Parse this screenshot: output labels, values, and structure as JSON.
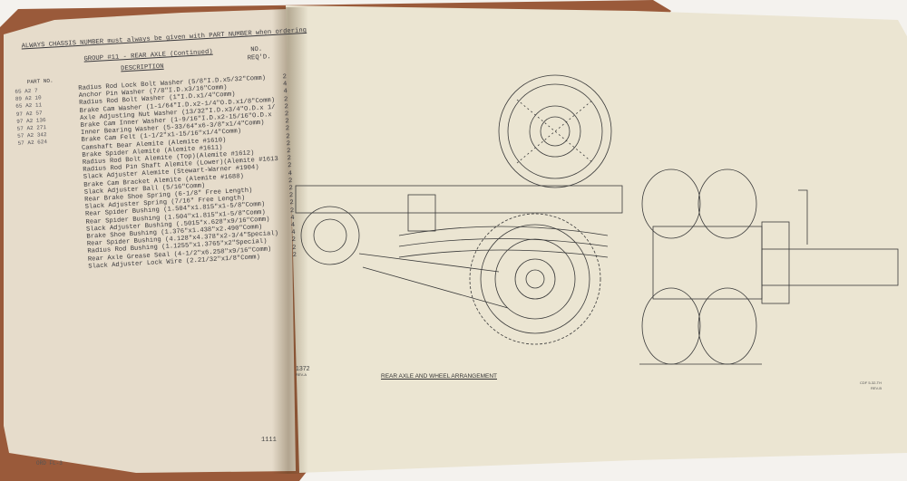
{
  "left_page": {
    "order_note": "ALWAYS CHASSIS NUMBER must always be given with PART NUMBER when ordering",
    "group_title": "GROUP #11 - REAR AXLE (Continued)",
    "headers": {
      "part_no": "PART NO.",
      "description": "DESCRIPTION",
      "no": "NO.",
      "reqd": "REQ'D."
    },
    "rows": [
      {
        "part": "65 A2 7",
        "description": "Radius Rod Lock Bolt Washer (5/8\"I.D.x5/32\"Comm)",
        "qty": "2"
      },
      {
        "part": "89 A2 10",
        "description": "Anchor Pin Washer (7/8\"I.D.x3/16\"Comm)",
        "qty": "4"
      },
      {
        "part": "65 A2 11",
        "description": "Radius Rod Bolt Washer (1\"I.D.x1/4\"Comm)",
        "qty": "4"
      },
      {
        "part": "97 A2 57",
        "description": "Brake Cam Washer (1-1/64\"I.D.x2-1/4\"O.D.x1/8\"Comm)",
        "qty": "2"
      },
      {
        "part": "97 A2 136",
        "description": "Axle Adjusting Nut Washer (13/32\"I.D.x3/4\"O.D.x 1/8\"Comm)",
        "qty": "2"
      },
      {
        "part": "57 A2 271",
        "description": "Brake Cam Inner Washer (1-9/16\"I.D.x2-15/16\"O.D.x 1/8\"Comm)",
        "qty": "2"
      },
      {
        "part": "57 A2 342",
        "description": "Inner Bearing Washer (5-33/64\"x6-3/8\"x1/4\"Comm)",
        "qty": "2"
      },
      {
        "part": "57 A2 624",
        "description": "Brake Cam Felt (1-1/2\"x1-15/16\"x1/4\"Comm)",
        "qty": "2"
      },
      {
        "part": "",
        "description": "Camshaft Bear Alemite (Alemite #1610)",
        "qty": "2"
      },
      {
        "part": "",
        "description": "Brake Spider Alemite (Alemite #1611)",
        "qty": "2"
      },
      {
        "part": "",
        "description": "Radius Rod Bolt Alemite (Top)(Alemite #1612)",
        "qty": "2"
      },
      {
        "part": "",
        "description": "Radius Rod Pin Shaft Alemite (Lower)(Alemite #1613)",
        "qty": "2"
      },
      {
        "part": "",
        "description": "Slack Adjuster Alemite (Stewart-Warner #1904)",
        "qty": "2"
      },
      {
        "part": "",
        "description": "Brake Cam Bracket Alemite (Alemite #1688)",
        "qty": "4"
      },
      {
        "part": "",
        "description": "Slack Adjuster Ball (5/16\"Comm)",
        "qty": "2"
      },
      {
        "part": "",
        "description": "Rear Brake Shoe Spring (6-1/8\" Free Length)",
        "qty": "2"
      },
      {
        "part": "",
        "description": "Slack Adjuster Spring (7/16\" Free Length)",
        "qty": "2"
      },
      {
        "part": "",
        "description": "Rear Spider Bushing (1.504\"x1.815\"x1-5/8\"Comm)",
        "qty": "2"
      },
      {
        "part": "",
        "description": "Rear Spider Bushing (1.504\"x1.815\"x1-5/8\"Comm)",
        "qty": "2"
      },
      {
        "part": "",
        "description": "Slack Adjuster Bushing (.5015\"x.628\"x9/16\"Comm)",
        "qty": "4"
      },
      {
        "part": "",
        "description": "Brake Shoe Bushing (1.376\"x1.438\"x2.490\"Comm)",
        "qty": "4"
      },
      {
        "part": "",
        "description": "Rear Spider Bushing (4.128\"x4.378\"x2-3/4\"Special)",
        "qty": "4"
      },
      {
        "part": "",
        "description": "Radius Rod Bushing (1.1255\"x1.3765\"x2\"Special)",
        "qty": "2"
      },
      {
        "part": "",
        "description": "Rear Axle Grease Seal (4-1/2\"x6.258\"x9/16\"Comm)",
        "qty": "2"
      },
      {
        "part": "",
        "description": "Slack Adjuster Lock Wire (2.21/32\"x1/8\"Comm)",
        "qty": "2"
      }
    ],
    "page_number": "1111",
    "footer": "ORD FL-3"
  },
  "right_page": {
    "plate_number": "1372",
    "plate_sub": "REV-A",
    "caption": "REAR AXLE AND WHEEL ARRANGEMENT",
    "reference": "CDF 5-32-TH",
    "reference_sub": "REV-B"
  }
}
